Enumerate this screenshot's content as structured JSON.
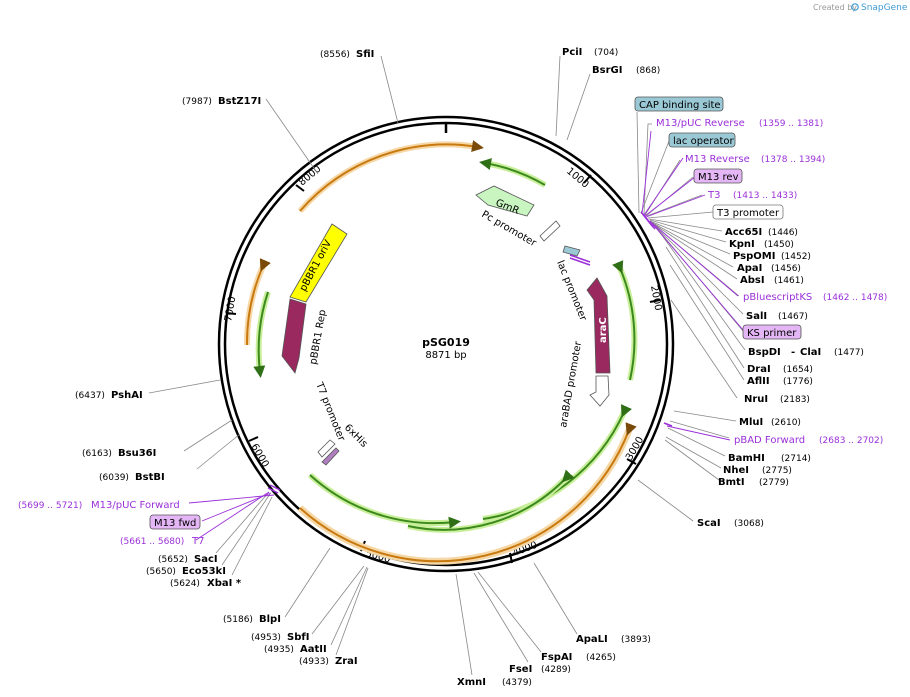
{
  "credit": {
    "prefix": "Created by",
    "brand": "SnapGene"
  },
  "plasmid": {
    "name": "pSG019",
    "length": "8871 bp"
  },
  "ticks": [
    "1000",
    "2000",
    "3000",
    "4000",
    "5000",
    "6000",
    "7000",
    "8000"
  ],
  "enzymes": [
    {
      "name": "PciI",
      "pos": "(704)"
    },
    {
      "name": "BsrGI",
      "pos": "(868)"
    },
    {
      "name": "Acc65I",
      "pos": "(1446)"
    },
    {
      "name": "KpnI",
      "pos": "(1450)"
    },
    {
      "name": "PspOMI",
      "pos": "(1452)"
    },
    {
      "name": "ApaI",
      "pos": "(1456)"
    },
    {
      "name": "AbsI",
      "pos": "(1461)"
    },
    {
      "name": "SalI",
      "pos": "(1467)"
    },
    {
      "name": "BspDI",
      "pos": ""
    },
    {
      "name": "ClaI",
      "pos": "(1477)"
    },
    {
      "name": "DraI",
      "pos": "(1654)"
    },
    {
      "name": "AflII",
      "pos": "(1776)"
    },
    {
      "name": "NruI",
      "pos": "(2183)"
    },
    {
      "name": "MluI",
      "pos": "(2610)"
    },
    {
      "name": "BamHI",
      "pos": "(2714)"
    },
    {
      "name": "NheI",
      "pos": "(2775)"
    },
    {
      "name": "BmtI",
      "pos": "(2779)"
    },
    {
      "name": "ScaI",
      "pos": "(3068)"
    },
    {
      "name": "ApaLI",
      "pos": "(3893)"
    },
    {
      "name": "FspAI",
      "pos": "(4265)"
    },
    {
      "name": "FseI",
      "pos": "(4289)"
    },
    {
      "name": "XmnI",
      "pos": "(4379)"
    },
    {
      "name": "ZraI",
      "pos": "(4933)"
    },
    {
      "name": "AatII",
      "pos": "(4935)"
    },
    {
      "name": "SbfI",
      "pos": "(4953)"
    },
    {
      "name": "BlpI",
      "pos": "(5186)"
    },
    {
      "name": "XbaI *",
      "pos": "(5624)"
    },
    {
      "name": "Eco53kI",
      "pos": "(5650)"
    },
    {
      "name": "SacI",
      "pos": "(5652)"
    },
    {
      "name": "BstBI",
      "pos": "(6039)"
    },
    {
      "name": "Bsu36I",
      "pos": "(6163)"
    },
    {
      "name": "PshAI",
      "pos": "(6437)"
    },
    {
      "name": "BstZ17I",
      "pos": "(7987)"
    },
    {
      "name": "SfiI",
      "pos": "(8556)"
    }
  ],
  "boxed_features": [
    {
      "label": "CAP binding site"
    },
    {
      "label": "lac operator"
    },
    {
      "label": "T3 promoter"
    }
  ],
  "primers": [
    {
      "name": "M13/pUC Reverse",
      "pos": "(1359 .. 1381)"
    },
    {
      "name": "M13 Reverse",
      "pos": "(1378 .. 1394)"
    },
    {
      "name": "M13 rev",
      "pos": ""
    },
    {
      "name": "T3",
      "pos": "(1413 .. 1433)"
    },
    {
      "name": "pBluescriptKS",
      "pos": "(1462 .. 1478)"
    },
    {
      "name": "KS primer",
      "pos": ""
    },
    {
      "name": "pBAD Forward",
      "pos": "(2683 .. 2702)"
    },
    {
      "name": "M13/pUC Forward",
      "pos": "(5699 .. 5721)"
    },
    {
      "name": "M13 fwd",
      "pos": ""
    },
    {
      "name": "T7",
      "pos": "(5661 .. 5680)"
    }
  ],
  "features": [
    {
      "name": "GmR",
      "color": "#c8f5c0"
    },
    {
      "name": "araC",
      "color": "#99295e"
    },
    {
      "name": "pBBR1 oriV",
      "color": "#ffff00"
    },
    {
      "name": "pBBR1 Rep",
      "color": "#99295e"
    },
    {
      "name": "Pc promoter",
      "color": "#ffffff"
    },
    {
      "name": "lac promoter",
      "color": "#ffffff"
    },
    {
      "name": "araBAD promoter",
      "color": "#ffffff"
    },
    {
      "name": "T7 promoter",
      "color": "#ffffff"
    },
    {
      "name": "6xHis",
      "color": "#b07fc0"
    }
  ],
  "colors": {
    "orf_green": "#3c8a1e",
    "orf_halo": "#c9ef9a",
    "orf_orange": "#c87a10",
    "orf_orange_halo": "#f6d7a6",
    "primer_purple": "#9b30d9",
    "primer_fill": "#e4b6f5",
    "boxed_fill": "#9bc8d5"
  }
}
